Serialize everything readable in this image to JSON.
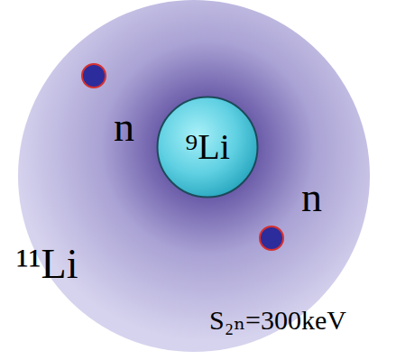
{
  "diagram": {
    "nodes": [
      {
        "text": [
          "¹¹Li"
        ]
      },
      {
        "text": [
          "⁹Li"
        ],
        "in": 0
      }
    ],
    "labels": [
      "n",
      "n",
      "S₂ₙ=300keV"
    ]
  }
}
